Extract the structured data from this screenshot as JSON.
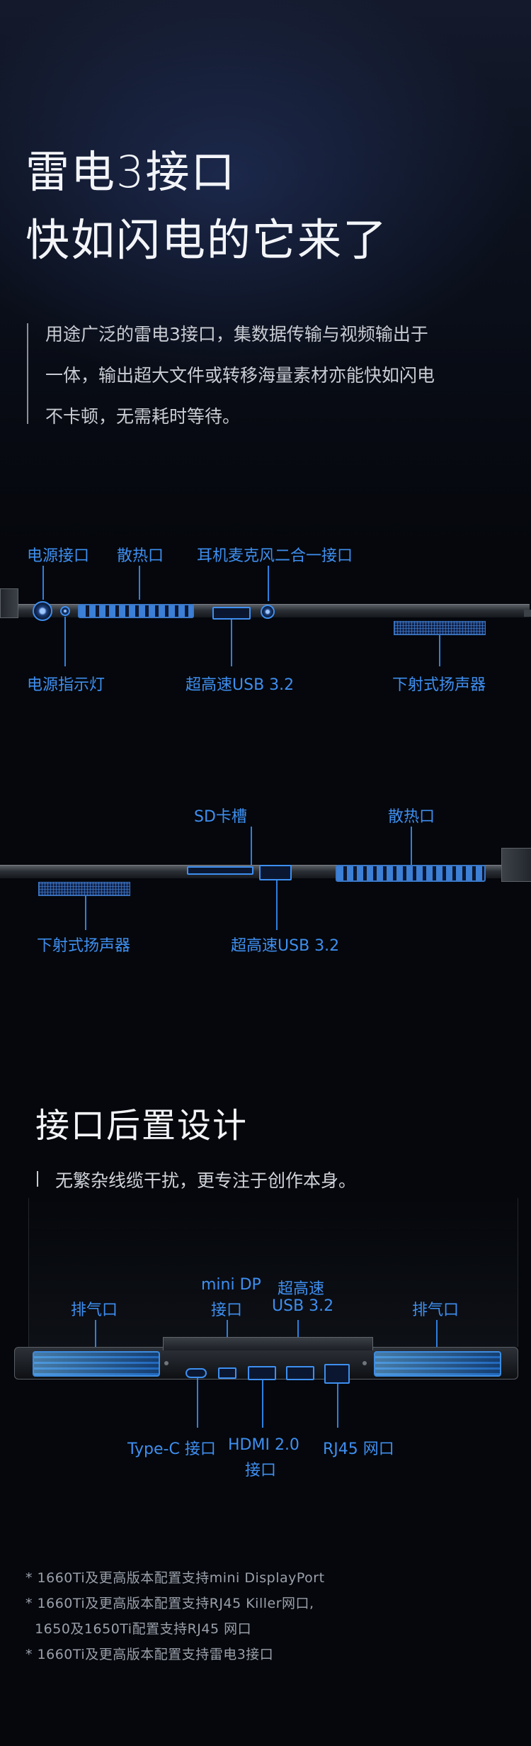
{
  "hero": {
    "title_line1": "雷电3接口",
    "title_line2": "快如闪电的它来了",
    "desc_line1": "用途广泛的雷电3接口，集数据传输与视频输出于",
    "desc_line2": "一体，输出超大文件或转移海量素材亦能快如闪电",
    "desc_line3": "不卡顿，无需耗时等待。"
  },
  "side_left": {
    "label_power_port": "电源接口",
    "label_vent": "散热口",
    "label_headphone": "耳机麦克风二合一接口",
    "label_power_led": "电源指示灯",
    "label_usb": "超高速USB 3.2",
    "label_speaker": "下射式扬声器"
  },
  "side_right": {
    "label_sd": "SD卡槽",
    "label_vent": "散热口",
    "label_speaker": "下射式扬声器",
    "label_usb": "超高速USB 3.2"
  },
  "rear": {
    "title": "接口后置设计",
    "subtitle": "无繁杂线缆干扰，更专注于创作本身。",
    "label_exhaust_left": "排气口",
    "label_exhaust_right": "排气口",
    "label_minidp_1": "mini DP",
    "label_minidp_2": "接口",
    "label_usb_1": "超高速",
    "label_usb_2": "USB 3.2",
    "label_typec": "Type-C 接口",
    "label_hdmi_1": "HDMI 2.0",
    "label_hdmi_2": "接口",
    "label_rj45": "RJ45 网口"
  },
  "footnotes": {
    "note1": "* 1660Ti及更高版本配置支持mini DisplayPort",
    "note2a": "* 1660Ti及更高版本配置支持RJ45 Killer网口,",
    "note2b": "  1650及1650Ti配置支持RJ45 网口",
    "note3": "* 1660Ti及更高版本配置支持雷电3接口"
  },
  "colors": {
    "accent": "#3e8ff0",
    "background": "#05070c",
    "text_muted": "#9aa0aa"
  }
}
